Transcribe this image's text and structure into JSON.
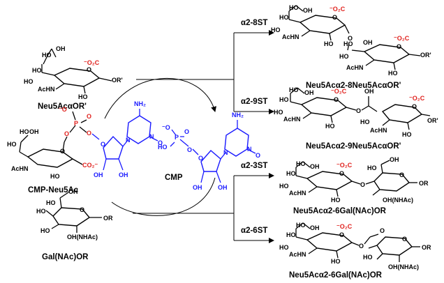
{
  "colors": {
    "red": "#e0201c",
    "blue": "#1a1aff",
    "black": "#000000"
  },
  "enzymes": {
    "a28": "α2-8ST",
    "a29": "α2-9ST",
    "a23": "α2-3ST",
    "a26": "α2-6ST"
  },
  "compounds": {
    "neu5ac_or": "Neu5AcαOR'",
    "cmp_neu5ac": "CMP-Neu5Ac",
    "cmp": "CMP",
    "gal": "Gal(NAc)OR",
    "p28": "Neu5Acα2-8Neu5AcαOR'",
    "p29": "Neu5Acα2-9Neu5AcαOR'",
    "p23": "Neu5Acα2-6Gal(NAc)OR",
    "p26": "Neu5Acα2-6Gal(NAc)OR"
  },
  "groups": {
    "ho": "HO",
    "oh": "OH",
    "achn": "AcHN",
    "o": "O",
    "co2": "⁻O₂C",
    "co2_right": "CO₂⁻",
    "or_prime": "OR'",
    "or": "OR",
    "ohnhac": "OH(NHAc)",
    "nh2": "NH₂",
    "n": "N",
    "p": "P",
    "o_minus": "⁻O",
    "ho_p": "HO",
    "wavy": "~"
  }
}
